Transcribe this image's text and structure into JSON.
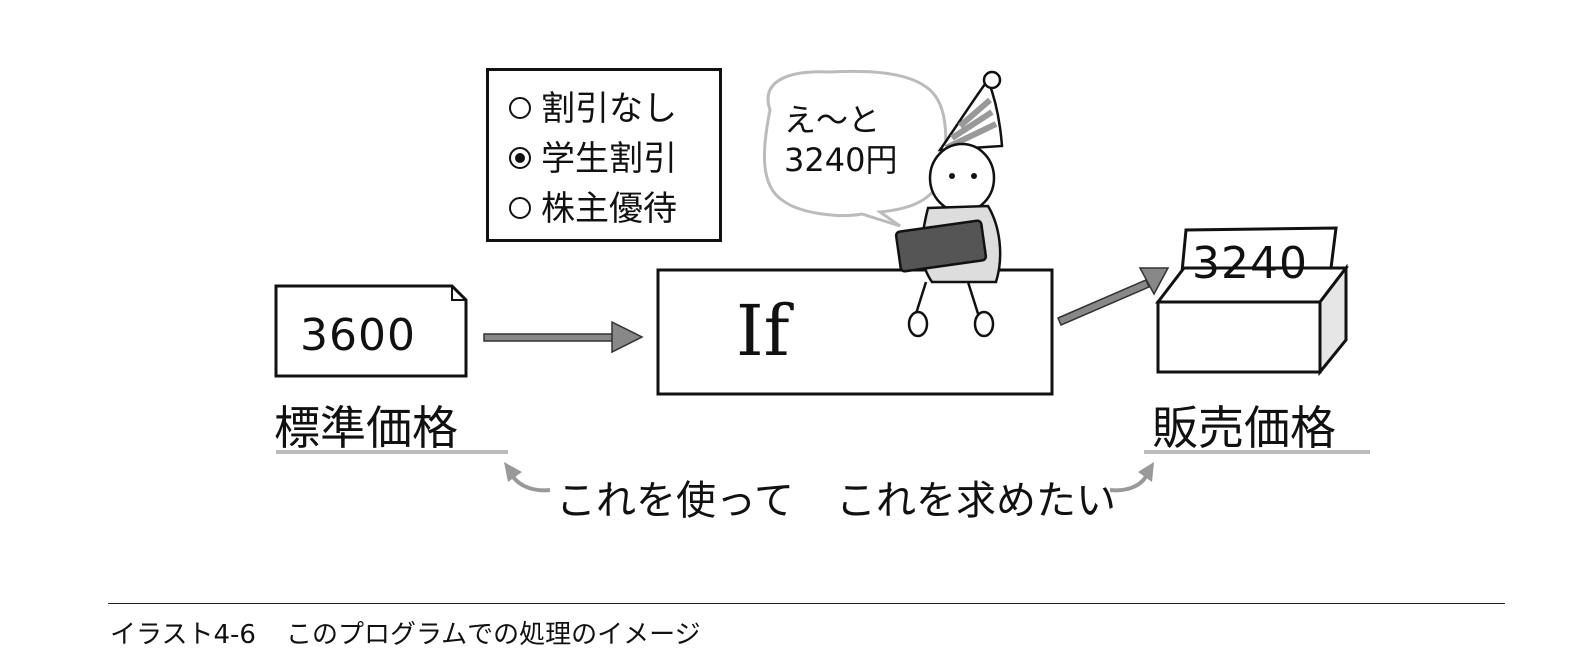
{
  "radio_options": [
    {
      "label": "割引なし",
      "selected": false
    },
    {
      "label": "学生割引",
      "selected": true
    },
    {
      "label": "株主優待",
      "selected": false
    }
  ],
  "speech": {
    "line1": "え〜と",
    "line2": "3240円"
  },
  "input": {
    "value": "3600",
    "label": "標準価格"
  },
  "process": {
    "label": "If"
  },
  "output": {
    "value": "3240",
    "label": "販売価格"
  },
  "bottom": {
    "left": "これを使って",
    "right": "これを求めたい"
  },
  "caption": {
    "number": "イラスト4-6",
    "text": "このプログラムでの処理のイメージ"
  }
}
